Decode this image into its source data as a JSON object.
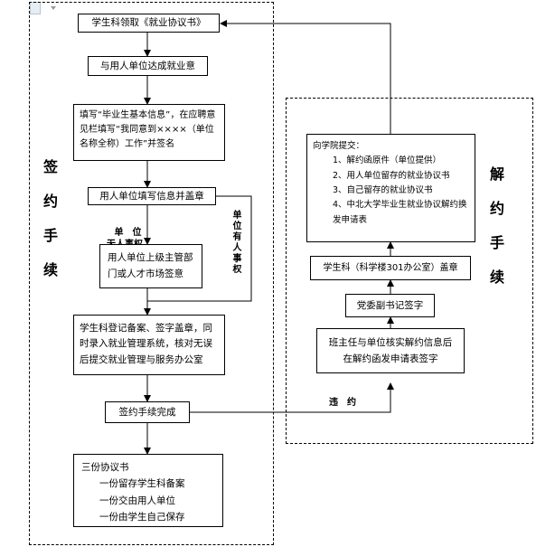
{
  "left_region": {
    "label": "签约手续"
  },
  "right_region": {
    "label": "解约手续"
  },
  "left_flow": {
    "step1": "学生科领取《就业协议书》",
    "step2": "与用人单位达成就业意",
    "step3": "填写“毕业生基本信息”，在应聘意见栏填写“我同意到××××（单位名称全称）工作”并签名",
    "step4": "用人单位填写信息并盖章",
    "branch_no_rights": "单　位\n无人事权",
    "branch_has_rights": "单位有人事权",
    "step5": "用人单位上级主管部门或人才市场签意",
    "step6": "学生科登记备案、签字盖章，同时录入就业管理系统，核对无误后提交就业管理与服务办公室",
    "step7": "签约手续完成",
    "copies_title": "三份协议书",
    "copies": [
      "一份留存学生科备案",
      "一份交由用人单位",
      "一份由学生自己保存"
    ]
  },
  "right_flow": {
    "submit_title": "向学院提交：",
    "submit_items": [
      "1、解约函原件（单位提供）",
      "2、用人单位留存的就业协议书",
      "3、自己留存的就业协议书",
      "4、中北大学毕业生就业协议解约换发申请表"
    ],
    "stamp": "学生科（科学楼301办公室）盖章",
    "party_sign": "党委副书记签字",
    "teacher_verify": "班主任与单位核实解约信息后在解约函发申请表签字",
    "breach_label": "违　约"
  },
  "toolbar_icon": "document-icon"
}
